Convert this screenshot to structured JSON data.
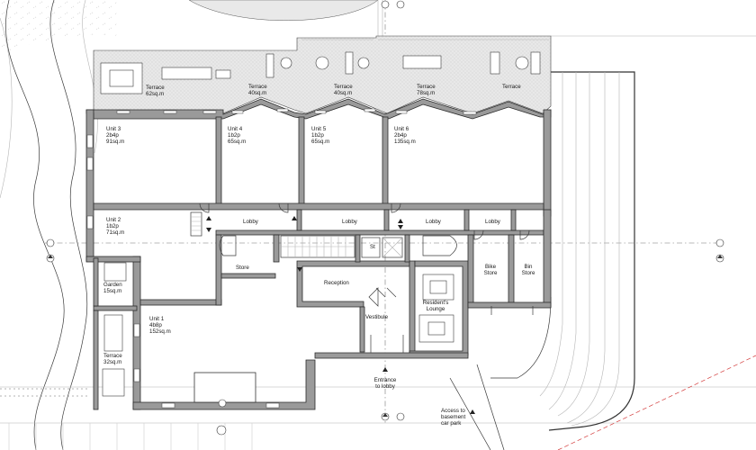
{
  "rooms": {
    "terrace_62": {
      "name": "Terrace",
      "area": "62sq.m"
    },
    "terrace_40a": {
      "name": "Terrace",
      "area": "40sq.m"
    },
    "terrace_40b": {
      "name": "Terrace",
      "area": "40sq.m"
    },
    "terrace_78": {
      "name": "Terrace",
      "area": "78sq.m"
    },
    "terrace_east": {
      "name": "Terrace"
    },
    "unit3": {
      "name": "Unit 3",
      "type": "2b4p",
      "area": "91sq.m"
    },
    "unit4": {
      "name": "Unit 4",
      "type": "1b2p",
      "area": "65sq.m"
    },
    "unit5": {
      "name": "Unit 5",
      "type": "1b2p",
      "area": "65sq.m"
    },
    "unit6": {
      "name": "Unit 6",
      "type": "2b4p",
      "area": "135sq.m"
    },
    "unit2": {
      "name": "Unit 2",
      "type": "1b2p",
      "area": "71sq.m"
    },
    "unit1": {
      "name": "Unit 1",
      "type": "4b8p",
      "area": "152sq.m"
    },
    "lobby1": {
      "name": "Lobby"
    },
    "lobby2": {
      "name": "Lobby"
    },
    "lobby3": {
      "name": "Lobby"
    },
    "lobby4": {
      "name": "Lobby"
    },
    "st": {
      "name": "St"
    },
    "store": {
      "name": "Store"
    },
    "garden": {
      "name": "Garden",
      "area": "15sq.m"
    },
    "terrace_32": {
      "name": "Terrace",
      "area": "32sq.m"
    },
    "reception": {
      "name": "Reception"
    },
    "residents_lounge": {
      "line1": "Resident's",
      "line2": "Lounge"
    },
    "vestibule": {
      "name": "Vestibule"
    },
    "bike_store": {
      "line1": "Bike",
      "line2": "Store"
    },
    "bin_store": {
      "line1": "Bin",
      "line2": "Store"
    },
    "entrance": {
      "line1": "Entrance",
      "line2": "to lobby"
    },
    "carpark_access": {
      "line1": "Access to",
      "line2": "basement",
      "line3": "car park"
    }
  }
}
